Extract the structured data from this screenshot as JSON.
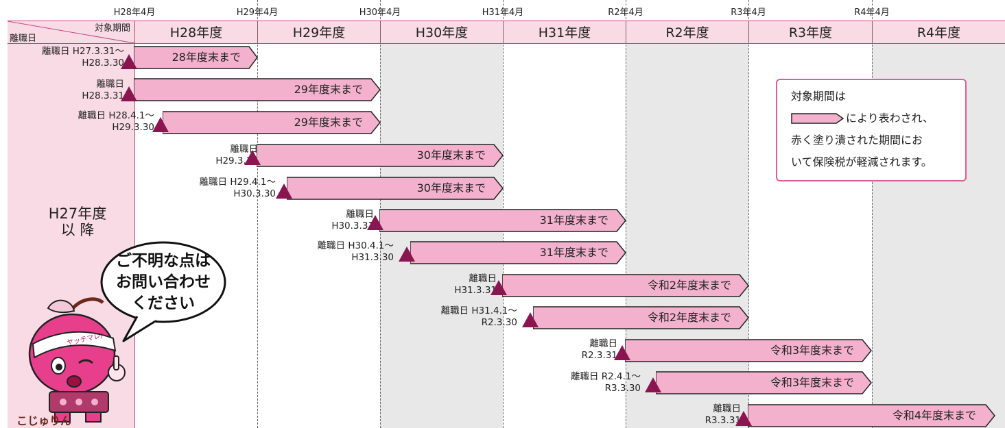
{
  "top_labels": [
    "H28年4月",
    "H29年4月",
    "H30年4月",
    "H31年4月",
    "R2年4月",
    "R3年4月",
    "R4年4月"
  ],
  "header": {
    "corner_top": "対象期間",
    "corner_bottom": "離職日",
    "years": [
      "H28年度",
      "H29年度",
      "H30年度",
      "H31年度",
      "R2年度",
      "R3年度",
      "R4年度"
    ]
  },
  "left_col": {
    "line1": "H27年度",
    "line2": "以 降"
  },
  "rows": [
    {
      "label1": "離職日 H27.3.31～",
      "label2": "H28.3.30",
      "arrow": "28年度末まで"
    },
    {
      "label1": "離職日",
      "label2": "H28.3.31",
      "arrow": "29年度末まで"
    },
    {
      "label1": "離職日 H28.4.1～",
      "label2": "H29.3.30",
      "arrow": "29年度末まで"
    },
    {
      "label1": "離職日",
      "label2": "H29.3.31",
      "arrow": "30年度末まで"
    },
    {
      "label1": "離職日 H29.4.1～",
      "label2": "H30.3.30",
      "arrow": "30年度末まで"
    },
    {
      "label1": "離職日",
      "label2": "H30.3.31",
      "arrow": "31年度末まで"
    },
    {
      "label1": "離職日 H30.4.1～",
      "label2": "H31.3.30",
      "arrow": "31年度末まで"
    },
    {
      "label1": "離職日",
      "label2": "H31.3.31",
      "arrow": "令和2年度末まで"
    },
    {
      "label1": "離職日 H31.4.1～",
      "label2": "R2.3.30",
      "arrow": "令和2年度末まで"
    },
    {
      "label1": "離職日",
      "label2": "R2.3.31",
      "arrow": "令和3年度末まで"
    },
    {
      "label1": "離職日 R2.4.1～",
      "label2": "R3.3.30",
      "arrow": "令和3年度末まで"
    },
    {
      "label1": "離職日",
      "label2": "R3.3.31",
      "arrow": "令和4年度末まで"
    }
  ],
  "note": {
    "line1": "対象期間は",
    "line2": "により表わされ、",
    "line3": "赤く塗り潰された期間にお",
    "line4": "いて保険税が軽減されます。"
  },
  "bubble": {
    "line1": "ご不明な点は",
    "line2": "お問い合わせ",
    "line3": "ください"
  },
  "mascot": {
    "headband": "ヤッテマレ/",
    "logo": "こじゅりん"
  },
  "colors": {
    "pink_bg": "#f9dbe6",
    "arrow_fill": "#f3b1cd",
    "triangle": "#8a1550",
    "accent": "#c0477a"
  }
}
